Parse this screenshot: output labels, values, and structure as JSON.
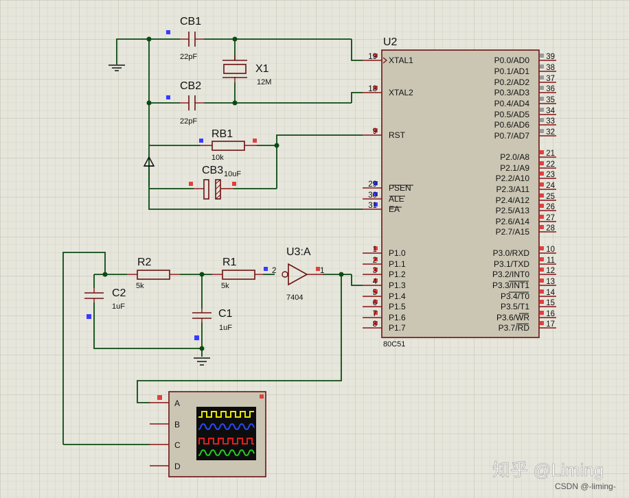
{
  "mcu": {
    "ref": "U2",
    "part": "80C51",
    "left_pins": [
      {
        "num": "19",
        "name": "XTAL1"
      },
      {
        "num": "18",
        "name": "XTAL2"
      },
      {
        "num": "9",
        "name": "RST"
      },
      {
        "num": "29",
        "name": "PSEN"
      },
      {
        "num": "30",
        "name": "ALE"
      },
      {
        "num": "31",
        "name": "EA"
      },
      {
        "num": "1",
        "name": "P1.0"
      },
      {
        "num": "2",
        "name": "P1.1"
      },
      {
        "num": "3",
        "name": "P1.2"
      },
      {
        "num": "4",
        "name": "P1.3"
      },
      {
        "num": "5",
        "name": "P1.4"
      },
      {
        "num": "6",
        "name": "P1.5"
      },
      {
        "num": "7",
        "name": "P1.6"
      },
      {
        "num": "8",
        "name": "P1.7"
      }
    ],
    "right_pins": [
      {
        "num": "39",
        "name": "P0.0/AD0"
      },
      {
        "num": "38",
        "name": "P0.1/AD1"
      },
      {
        "num": "37",
        "name": "P0.2/AD2"
      },
      {
        "num": "36",
        "name": "P0.3/AD3"
      },
      {
        "num": "35",
        "name": "P0.4/AD4"
      },
      {
        "num": "34",
        "name": "P0.5/AD5"
      },
      {
        "num": "33",
        "name": "P0.6/AD6"
      },
      {
        "num": "32",
        "name": "P0.7/AD7"
      },
      {
        "num": "21",
        "name": "P2.0/A8"
      },
      {
        "num": "22",
        "name": "P2.1/A9"
      },
      {
        "num": "23",
        "name": "P2.2/A10"
      },
      {
        "num": "24",
        "name": "P2.3/A11"
      },
      {
        "num": "25",
        "name": "P2.4/A12"
      },
      {
        "num": "26",
        "name": "P2.5/A13"
      },
      {
        "num": "27",
        "name": "P2.6/A14"
      },
      {
        "num": "28",
        "name": "P2.7/A15"
      },
      {
        "num": "10",
        "name": "P3.0/RXD"
      },
      {
        "num": "11",
        "name": "P3.1/TXD"
      },
      {
        "num": "12",
        "name": "P3.2/INT0"
      },
      {
        "num": "13",
        "name": "P3.3/INT1"
      },
      {
        "num": "14",
        "name": "P3.4/T0"
      },
      {
        "num": "15",
        "name": "P3.5/T1"
      },
      {
        "num": "16",
        "name": "P3.6/WR"
      },
      {
        "num": "17",
        "name": "P3.7/RD"
      }
    ]
  },
  "parts": {
    "cb1": {
      "ref": "CB1",
      "value": "22pF"
    },
    "cb2": {
      "ref": "CB2",
      "value": "22pF"
    },
    "x1": {
      "ref": "X1",
      "value": "12M"
    },
    "rb1": {
      "ref": "RB1",
      "value": "10k"
    },
    "cb3": {
      "ref": "CB3",
      "value": "10uF"
    },
    "r1": {
      "ref": "R1",
      "value": "5k"
    },
    "r2": {
      "ref": "R2",
      "value": "5k"
    },
    "c1": {
      "ref": "C1",
      "value": "1uF"
    },
    "c2": {
      "ref": "C2",
      "value": "1uF"
    },
    "u3": {
      "ref": "U3:A",
      "value": "7404",
      "pin_in": "2",
      "pin_out": "1"
    }
  },
  "scope": {
    "channels": [
      "A",
      "B",
      "C",
      "D"
    ],
    "trace_colors": [
      "#e8e800",
      "#2a4bff",
      "#e02020",
      "#20d020"
    ]
  },
  "colors": {
    "wire": "#0b4a12",
    "chip_fill": "#cbc6b4",
    "pin_low": "#e04040",
    "pin_float": "#3a3aff",
    "pin_port0": "#9a9a9a"
  },
  "watermark": {
    "main": "知乎 @Liming",
    "csdn": "CSDN @-liming-"
  }
}
